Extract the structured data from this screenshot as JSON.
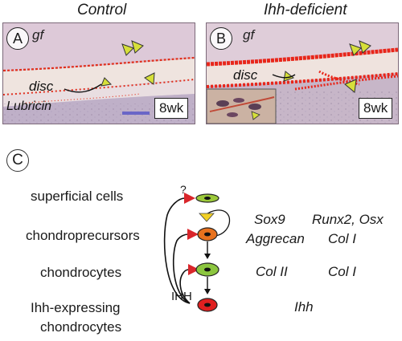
{
  "panel_a": {
    "title": "Control",
    "letter": "A",
    "region_label": "gf",
    "disc_label": "disc",
    "stain_label": "Lubricin",
    "age": "8wk"
  },
  "panel_b": {
    "title": "Ihh-deficient",
    "letter": "B",
    "region_label": "gf",
    "disc_label": "disc",
    "age": "8wk"
  },
  "panel_c": {
    "letter": "C",
    "question_mark": "?",
    "rows": [
      {
        "label": "superficial cells",
        "genes_left": "",
        "genes_right": ""
      },
      {
        "label": "chondroprecursors",
        "genes_left": "Sox9",
        "genes_right": "Runx2, Osx"
      },
      {
        "label": "",
        "genes_left": "Aggrecan",
        "genes_right": "Col I"
      },
      {
        "label": "chondrocytes",
        "genes_left": "Col II",
        "genes_right": "Col I"
      },
      {
        "label": "Ihh-expressing",
        "genes_left": "Ihh",
        "genes_right": ""
      },
      {
        "label": "chondrocytes",
        "genes_left": "",
        "genes_right": ""
      }
    ],
    "signal_label": "IHH",
    "colors": {
      "superficial_cell": "#9cc93a",
      "chondroprecursor": "#e8721e",
      "chondrocyte": "#8cc63f",
      "ihh_cell": "#e02020",
      "arrowhead": "#d9262b",
      "feedback_arrow": "#f2d024"
    }
  }
}
